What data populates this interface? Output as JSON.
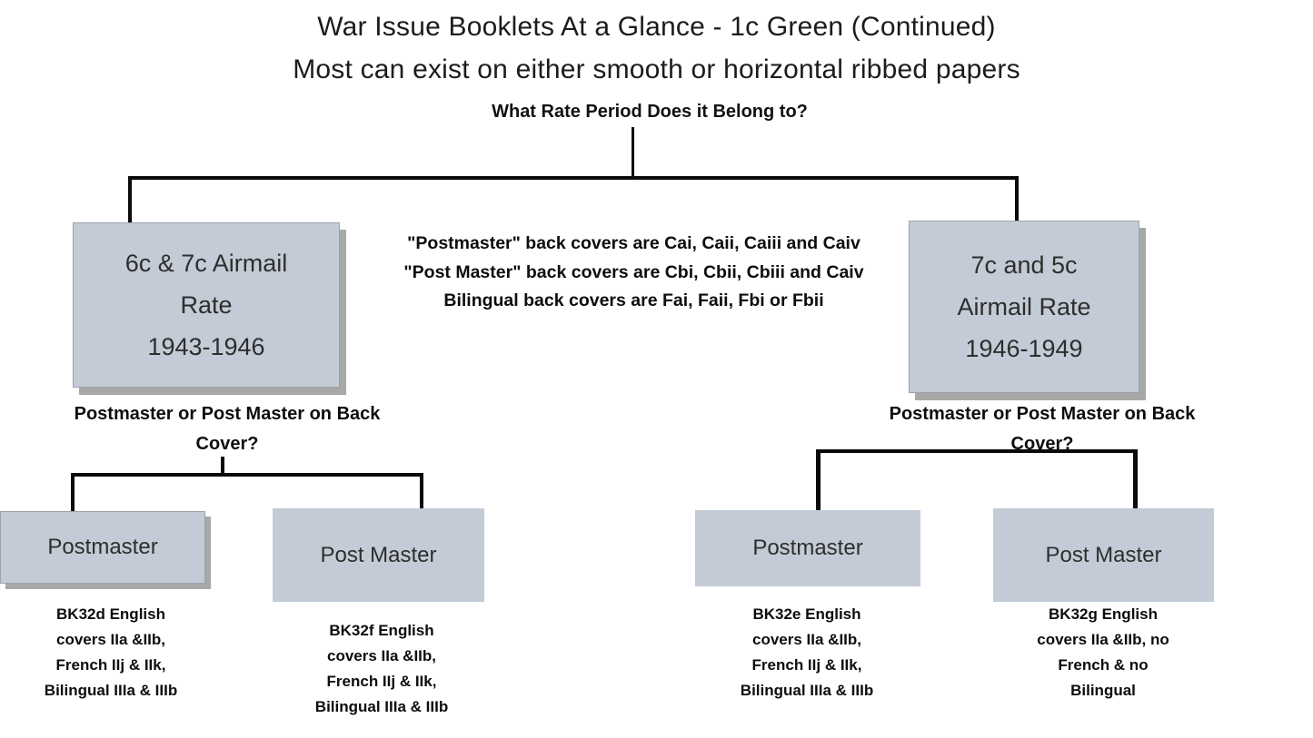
{
  "colors": {
    "box_fill": "#c3ccd6",
    "box_shadow": "#a8a8a8",
    "connector_line": "#0a0a0a",
    "text": "#1f1f1f",
    "background": "#ffffff"
  },
  "title": {
    "line1": "War Issue Booklets At a Glance - 1c Green (Continued)",
    "line2": "Most can exist on either smooth or horizontal ribbed papers"
  },
  "root_question": "What Rate Period Does it Belong to?",
  "center_note": {
    "line1": "\"Postmaster\" back covers are Cai, Caii, Caiii and Caiv",
    "line2": "\"Post Master\" back covers are Cbi, Cbii, Cbiii and Caiv",
    "line3": "Bilingual back covers are Fai, Faii, Fbi or Fbii"
  },
  "rate_boxes": {
    "left": "6c & 7c Airmail\nRate\n1943-1946",
    "right": "7c and 5c\nAirmail Rate\n1946-1949"
  },
  "sub_questions": {
    "left": "Postmaster or Post Master on Back\nCover?",
    "right": "Postmaster or Post Master on Back\nCover?"
  },
  "leaf_boxes": {
    "left_postmaster": "Postmaster",
    "left_post_master": "Post Master",
    "right_postmaster": "Postmaster",
    "right_post_master": "Post Master"
  },
  "leaf_notes": {
    "bk32d": "BK32d English\ncovers IIa &IIb,\nFrench IIj & IIk,\nBilingual IIIa & IIIb",
    "bk32f": "BK32f English\ncovers IIa &IIb,\nFrench IIj & IIk,\nBilingual IIIa & IIIb",
    "bk32e": "BK32e English\ncovers IIa &IIb,\nFrench IIj & IIk,\nBilingual IIIa & IIIb",
    "bk32g": "BK32g English\ncovers IIa &IIb, no\nFrench & no\nBilingual"
  }
}
